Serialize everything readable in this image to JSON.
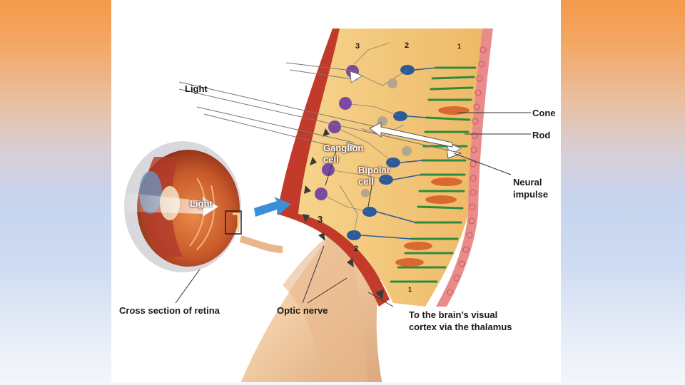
{
  "labels": {
    "light_top": "Light",
    "light_eye": "Light",
    "cone": "Cone",
    "rod": "Rod",
    "neural": "Neural",
    "impulse": "impulse",
    "ganglion": "Ganglion",
    "ganglion2": "cell",
    "bipolar": "Bipolar",
    "bipolar2": "cell",
    "cross_section": "Cross section of retina",
    "optic_nerve": "Optic nerve",
    "brain1": "To the brain’s visual",
    "brain2": "cortex via the thalamus"
  },
  "layer_numbers": {
    "top_3": "3",
    "top_2": "2",
    "top_1": "1",
    "mid_3": "3",
    "mid_2": "2",
    "mid_1": "1"
  },
  "colors": {
    "retina_fill": "#f3c97a",
    "eye_red": "#c0392b",
    "rod_green": "#2e8b3e",
    "cone_orange": "#d9692f",
    "ganglion_purple": "#7b4aa0",
    "bipolar_blue": "#2d5b9a",
    "arrow_blue": "#3b8fd6"
  }
}
